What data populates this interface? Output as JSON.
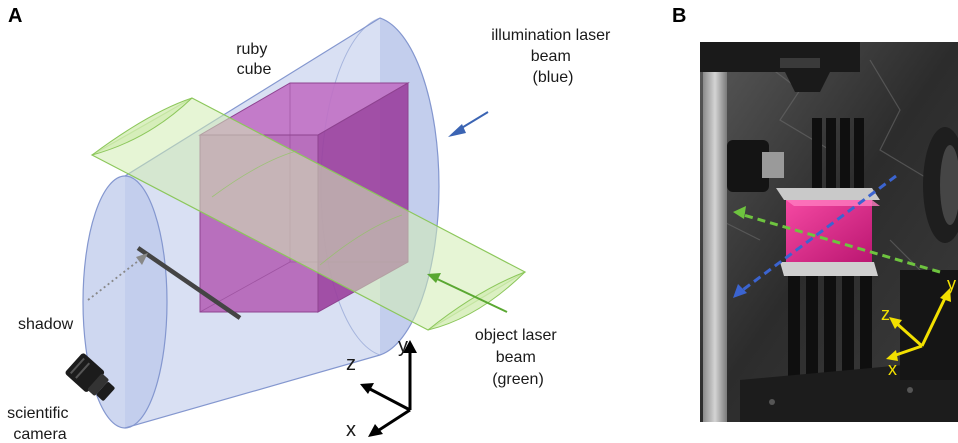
{
  "panels": {
    "a": "A",
    "b": "B"
  },
  "labels": {
    "ruby_cube": [
      "ruby",
      "cube"
    ],
    "illumination_beam": [
      "illumination laser",
      "beam",
      "(blue)"
    ],
    "object_beam": [
      "object laser",
      "beam",
      "(green)"
    ],
    "shadow": "shadow",
    "camera": [
      "scientific",
      "camera"
    ]
  },
  "axes": {
    "x": "x",
    "y": "y",
    "z": "z"
  },
  "colors": {
    "illumination_beam": "#b9c6ea",
    "illumination_edge": "#8497cf",
    "object_beam": "#d2ecb3",
    "object_edge": "#8cc75b",
    "ruby": "#b25bb3",
    "blue_arrow": "#3b64b3",
    "green_arrow": "#5aa832",
    "photo_axes": "#f2e000"
  }
}
